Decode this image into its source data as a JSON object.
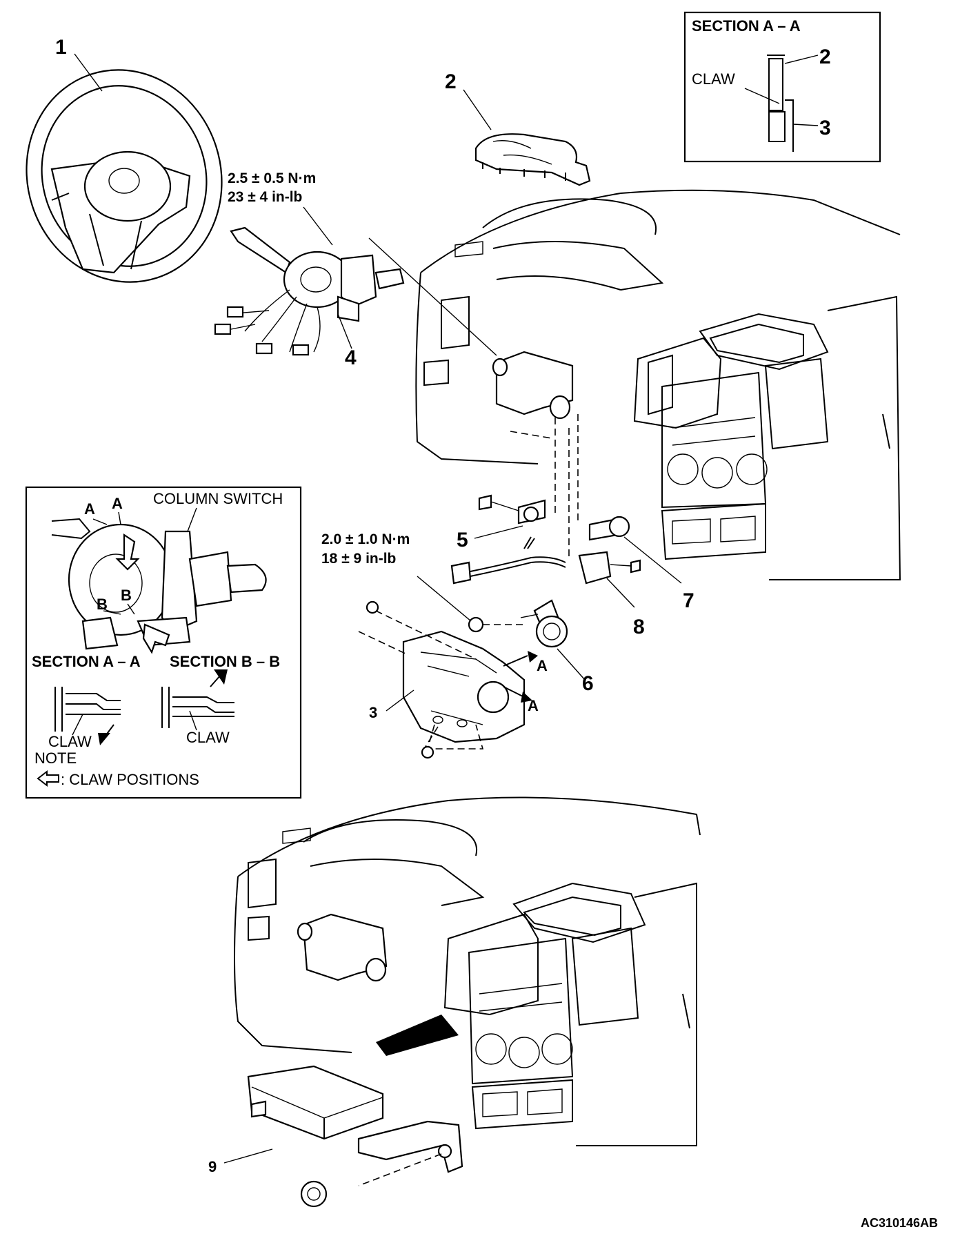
{
  "callouts": {
    "p1": "1",
    "p2": "2",
    "p3": "3",
    "p4": "4",
    "p5": "5",
    "p6": "6",
    "p7": "7",
    "p8": "8",
    "p9": "9"
  },
  "torque_upper": {
    "metric": "2.5 ± 0.5 N·m",
    "imperial": "23 ± 4 in-lb"
  },
  "torque_lower": {
    "metric": "2.0 ± 1.0 N·m",
    "imperial": "18 ± 9 in-lb"
  },
  "section_inset_top": {
    "title": "SECTION A – A",
    "claw_label": "CLAW",
    "ref_2": "2",
    "ref_3": "3"
  },
  "column_inset": {
    "title": "COLUMN SWITCH",
    "letter_a1": "A",
    "letter_a2": "A",
    "letter_b1": "B",
    "letter_b2": "B",
    "section_aa": "SECTION A – A",
    "section_bb": "SECTION B – B",
    "claw_left": "CLAW",
    "claw_right": "CLAW",
    "note": "NOTE",
    "legend_text": ": CLAW POSITIONS"
  },
  "cover_markers": {
    "a_upper": "A",
    "a_lower": "A"
  },
  "figure_code": "AC310146AB"
}
